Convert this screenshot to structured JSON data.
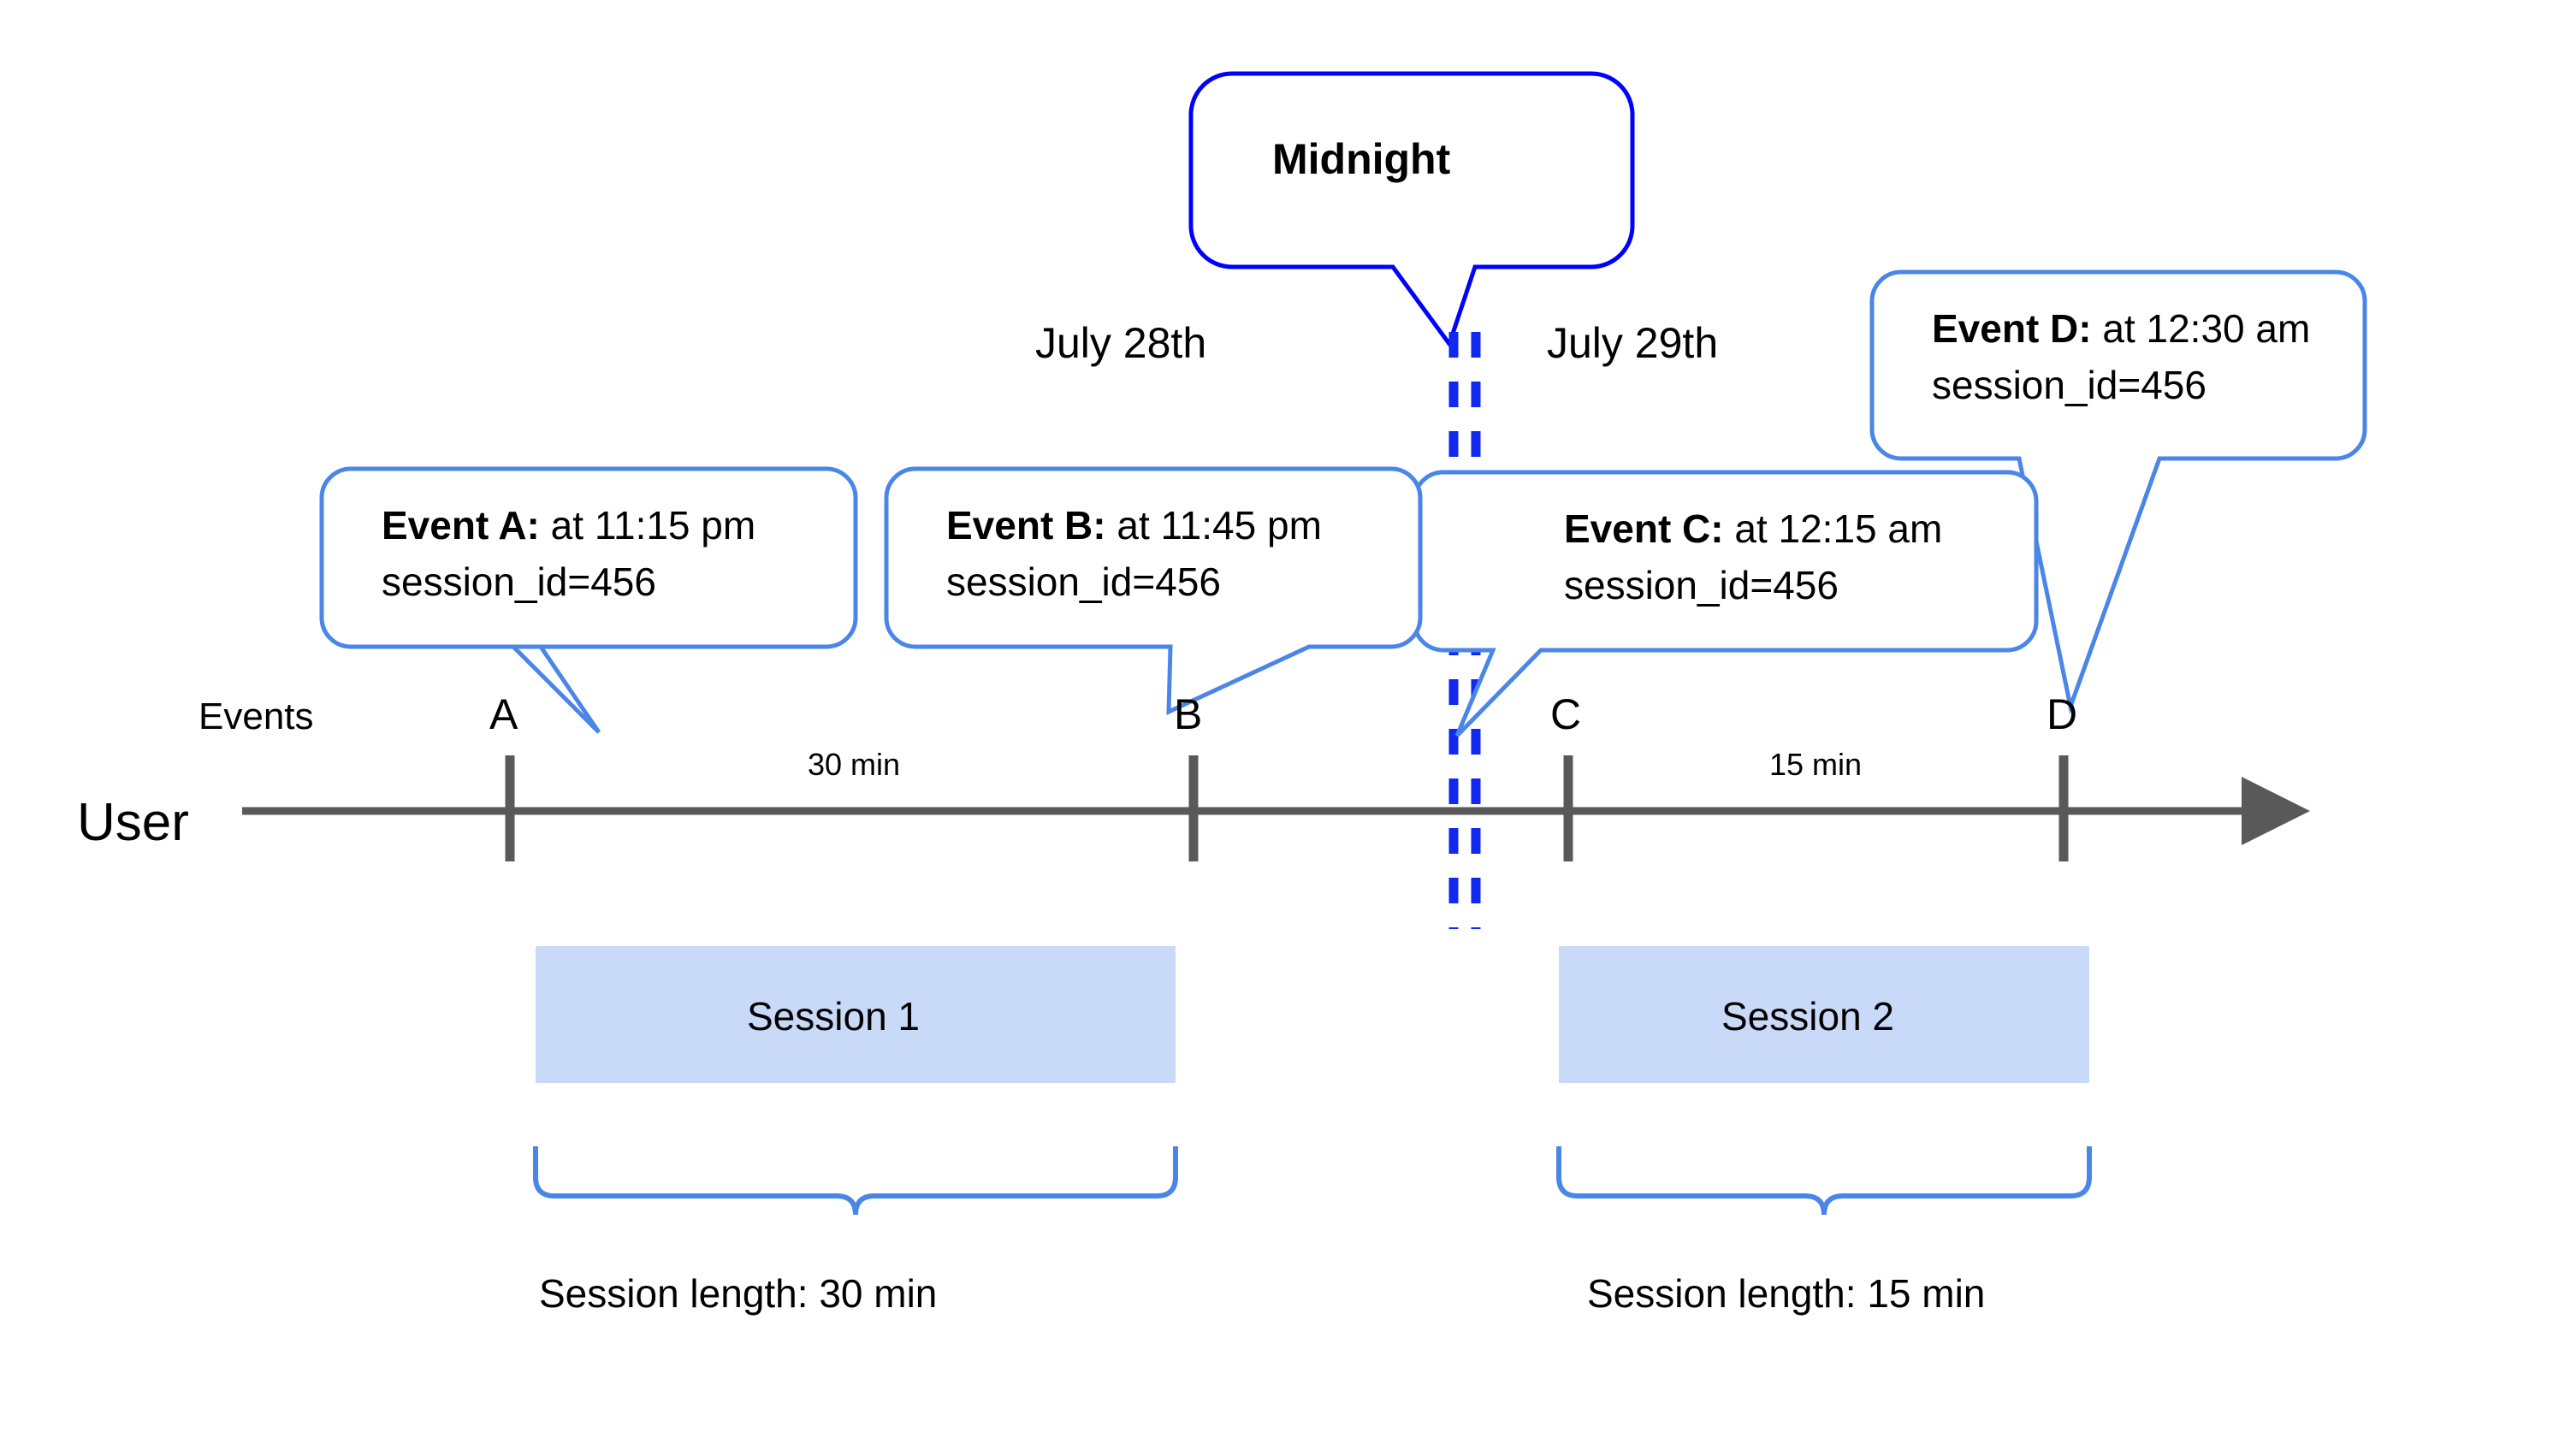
{
  "diagram": {
    "title_callout": {
      "label": "Midnight"
    },
    "date_labels": [
      {
        "text": "July 28th"
      },
      {
        "text": "July 29th"
      }
    ],
    "row_labels": {
      "events": "Events",
      "user": "User"
    },
    "events": [
      {
        "key": "A",
        "tick_letter": "A",
        "bold": "Event A:",
        "rest": " at 11:15 pm",
        "line2": "session_id=456"
      },
      {
        "key": "B",
        "tick_letter": "B",
        "bold": "Event B:",
        "rest": " at 11:45 pm",
        "line2": "session_id=456"
      },
      {
        "key": "C",
        "tick_letter": "C",
        "bold": "Event C:",
        "rest": " at 12:15 am",
        "line2": "session_id=456"
      },
      {
        "key": "D",
        "tick_letter": "D",
        "bold": "Event D:",
        "rest": " at 12:30 am",
        "line2": "session_id=456"
      }
    ],
    "durations": [
      {
        "text": "30 min"
      },
      {
        "text": "15 min"
      }
    ],
    "sessions": [
      {
        "label": "Session 1",
        "length_label": "Session length: 30 min"
      },
      {
        "label": "Session 2",
        "length_label": "Session length: 15 min"
      }
    ],
    "colors": {
      "callout_border": "#4A86E8",
      "midnight_border": "#0000FF",
      "midnight_dash": "#1028F0",
      "session_fill": "#C9DAF8",
      "axis": "#595959",
      "brace": "#4A86E8"
    }
  }
}
